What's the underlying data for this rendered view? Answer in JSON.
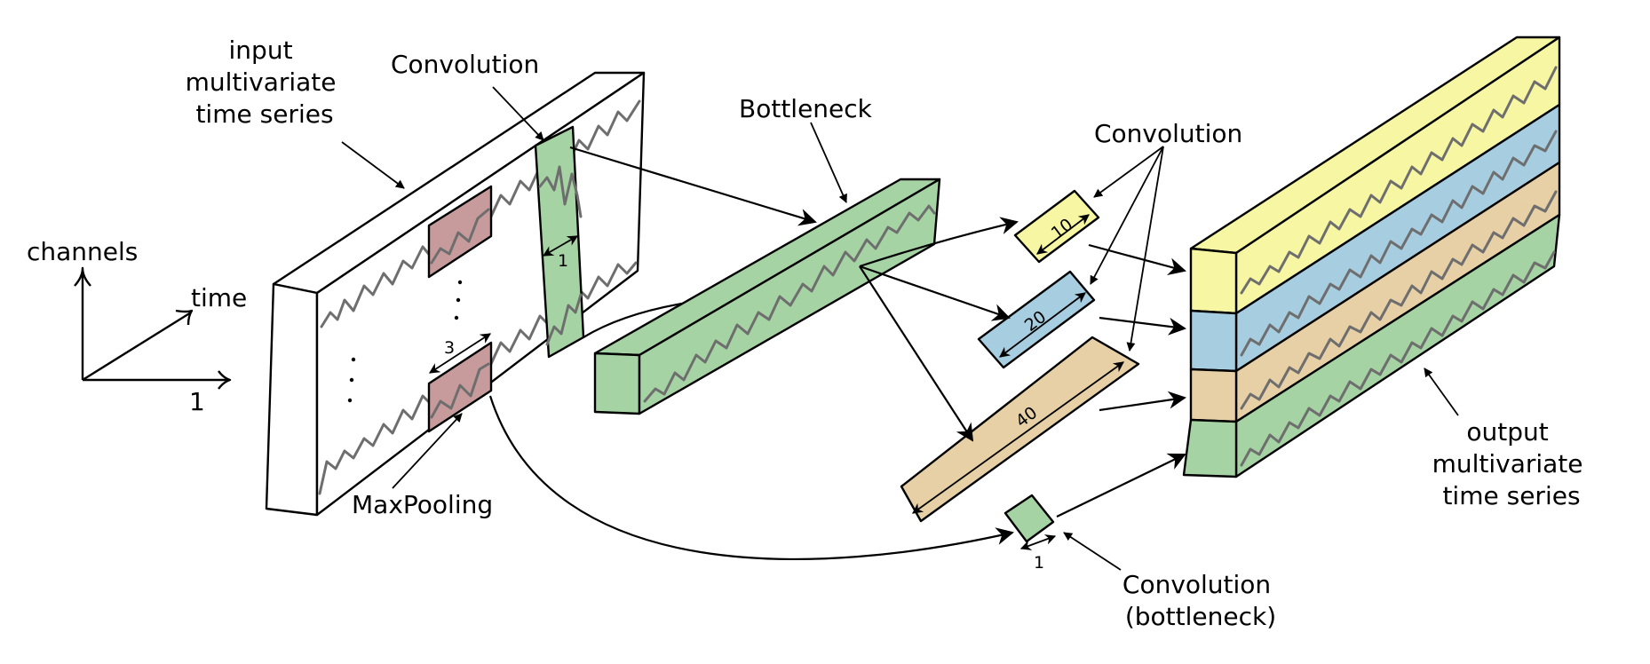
{
  "labels": {
    "input_series": [
      "input",
      "multivariate",
      "time series"
    ],
    "conv_top": "Convolution",
    "bottleneck": "Bottleneck",
    "conv_right": "Convolution",
    "channels": "channels",
    "time": "time",
    "axis_one": "1",
    "maxpooling": "MaxPooling",
    "conv_bottleneck": [
      "Convolution",
      "(bottleneck)"
    ],
    "output_series": [
      "output",
      "multivariate",
      "time series"
    ],
    "dim_conv_width": "1",
    "dim_pool_width": "3",
    "kernel_10": "10",
    "kernel_20": "20",
    "kernel_40": "40",
    "dim_conv1": "1"
  },
  "colors": {
    "green": "#a5d3a3",
    "red": "#c79b9b",
    "yellow": "#f6f6a3",
    "blue": "#a7cde0",
    "tan": "#e7d0a6",
    "wave": "#6e6e6e",
    "stroke": "#000000"
  }
}
